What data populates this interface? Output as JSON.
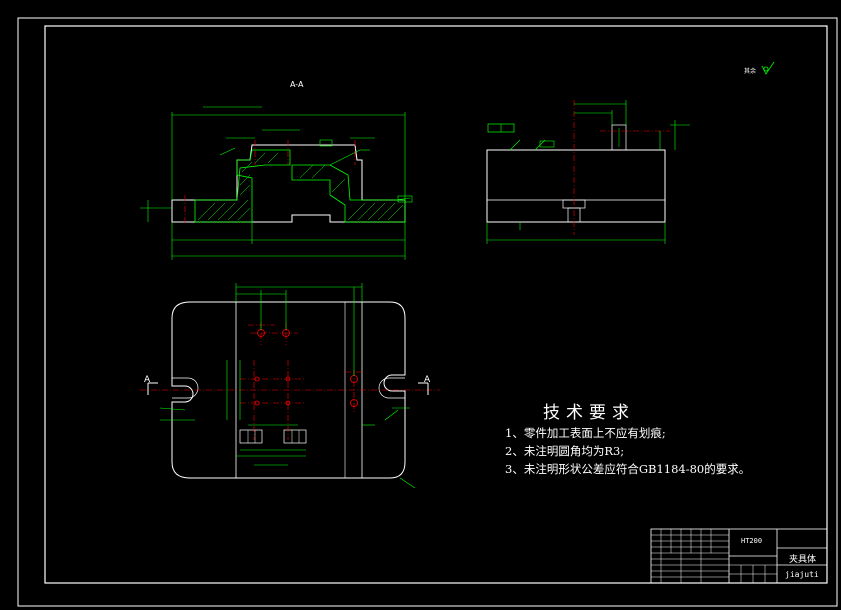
{
  "section_label": "A-A",
  "roughness_note": "其余",
  "tech_requirements": {
    "title": "技术要求",
    "items": [
      "1、零件加工表面上不应有划痕;",
      "2、未注明圆角均为R3;",
      "3、未注明形状公差应符合GB1184-80的要求。"
    ]
  },
  "title_block": {
    "material": "HT200",
    "part_name": "夹具体",
    "drawing_code": "jiajuti"
  },
  "cut_markers": [
    "A",
    "A"
  ],
  "colors": {
    "background": "#000000",
    "frame": "#ffffff",
    "outline": "#ffffff",
    "dimension": "#00ff00",
    "center_line": "#ff0000",
    "hatch": "#00ff00",
    "text": "#ffffff"
  }
}
